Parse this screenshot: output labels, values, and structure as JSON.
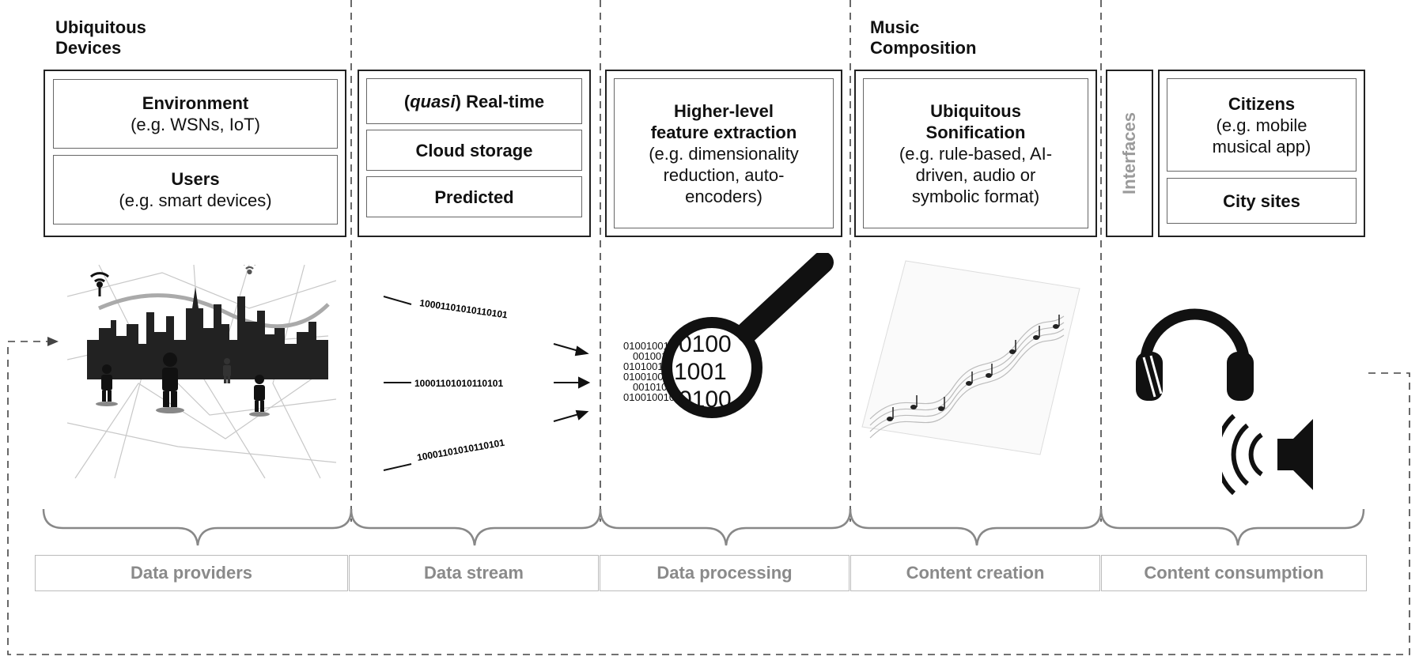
{
  "headings": {
    "providers": [
      "Ubiquitous",
      "Devices"
    ],
    "creation": [
      "Music",
      "Composition"
    ]
  },
  "providers_box": {
    "environment": {
      "title": "Environment",
      "sub": "(e.g. WSNs, IoT)"
    },
    "users": {
      "title": "Users",
      "sub": "(e.g. smart devices)"
    }
  },
  "stream_box": {
    "realtime_prefix": "quasi",
    "realtime_rest": " Real-time",
    "cloud": "Cloud storage",
    "predicted": "Predicted"
  },
  "processing_box": {
    "title": [
      "Higher-level",
      "feature extraction"
    ],
    "sub": [
      "(e.g. dimensionality",
      "reduction, auto-",
      "encoders)"
    ]
  },
  "creation_box": {
    "title": [
      "Ubiquitous",
      "Sonification"
    ],
    "sub": [
      "(e.g. rule-based, AI-",
      "driven, audio or",
      "symbolic format)"
    ]
  },
  "consumption_box": {
    "interfaces": "Interfaces",
    "citizens": {
      "title": "Citizens",
      "sub": [
        "(e.g. mobile",
        "musical app)"
      ]
    },
    "city": "City sites"
  },
  "binary": {
    "stream": "10001101010110101",
    "magnifier_rows": [
      "01001001001001",
      "001001001010",
      "01010010001",
      "01001001001001",
      "00101001010",
      "010010010001"
    ],
    "magnifier_big": [
      "0100",
      "1001",
      "0100"
    ]
  },
  "stages": [
    "Data providers",
    "Data stream",
    "Data processing",
    "Content creation",
    "Content consumption"
  ],
  "colors": {
    "border": "#222222",
    "inner_border": "#666666",
    "stage_text": "#8a8a8a",
    "icon": "#111111"
  }
}
